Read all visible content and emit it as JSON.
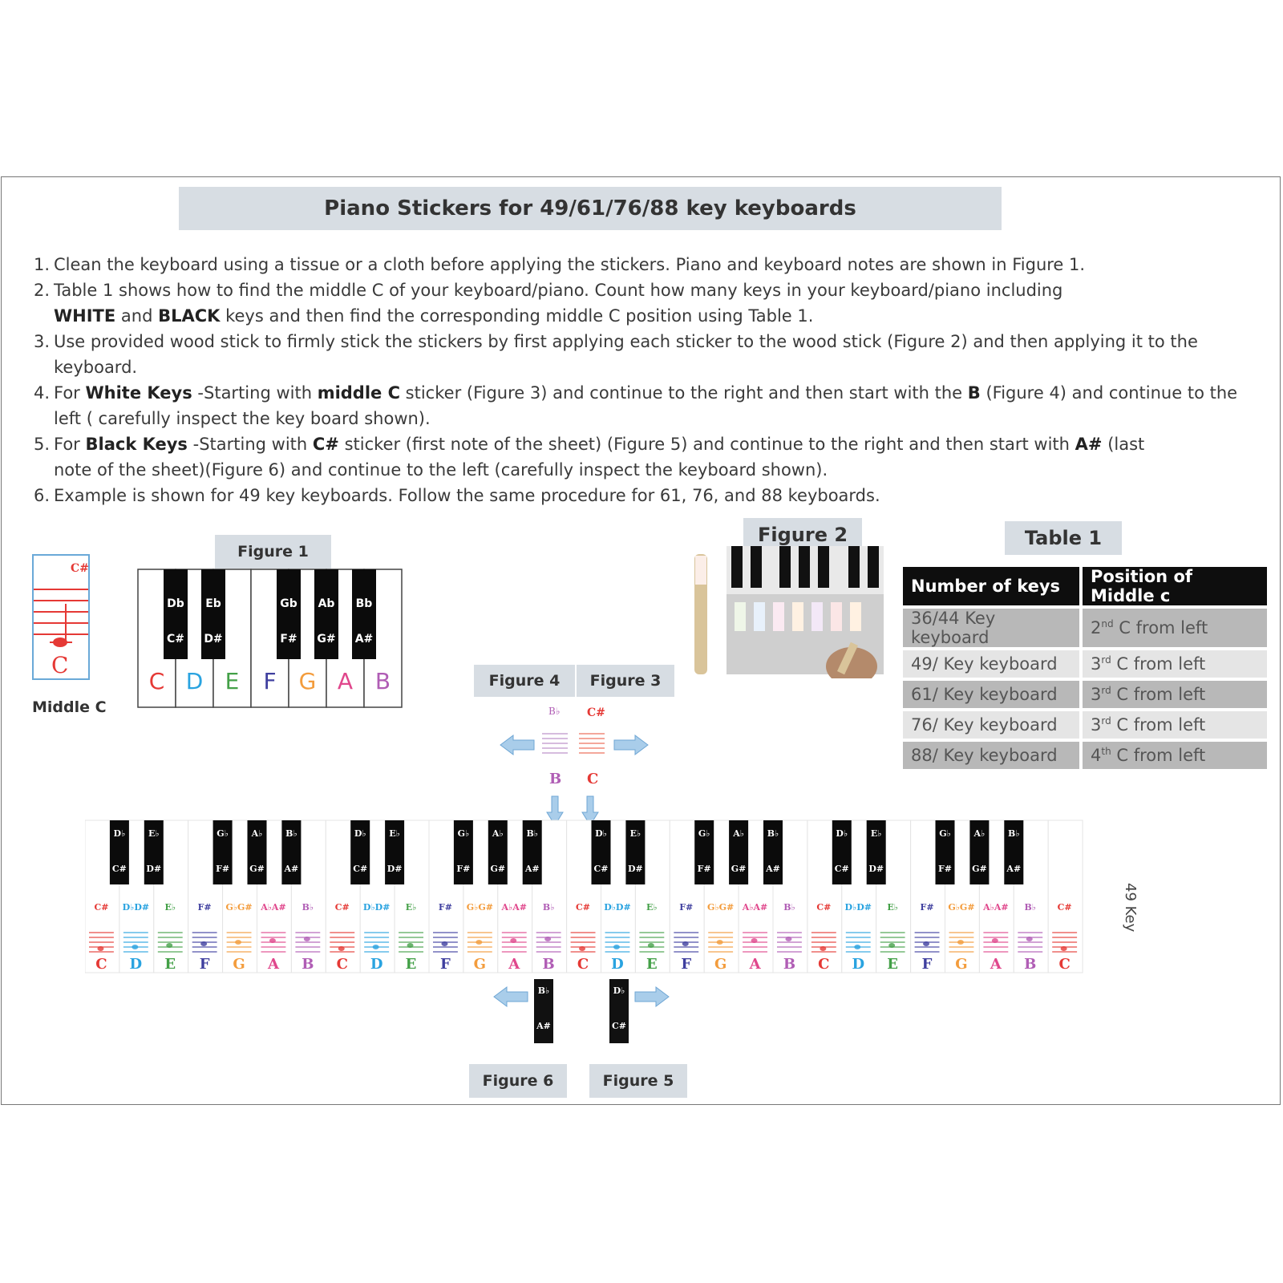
{
  "title": "Piano Stickers for 49/61/76/88 key keyboards",
  "instructions": {
    "i1": {
      "n": "1.",
      "t": "Clean the keyboard using a tissue or a cloth before applying the stickers. Piano and keyboard notes are shown in Figure 1."
    },
    "i2": {
      "n": "2.",
      "a": "Table 1 shows how to find the middle C of your keyboard/piano. Count how many keys in your keyboard/piano including",
      "b1": "WHITE",
      "b2": " and ",
      "b3": "BLACK",
      "b4": " keys and then find the corresponding middle C position using Table 1."
    },
    "i3": {
      "n": "3.",
      "a": "Use provided wood stick to firmly stick the stickers by first applying each sticker to the wood stick (Figure 2) and then applying it to the",
      "b": "keyboard."
    },
    "i4": {
      "n": "4.",
      "p1": "For ",
      "b1": "White Keys",
      "p2": " -Starting with ",
      "b2": "middle C",
      "p3": " sticker (Figure 3) and continue to the right and then start with the ",
      "b3": "B",
      "p4": " (Figure 4) and continue to the",
      "l2": "left ( carefully inspect the key board shown)."
    },
    "i5": {
      "n": "5.",
      "p1": "For ",
      "b1": "Black Keys",
      "p2": " -Starting with ",
      "b2": "C#",
      "p3": " sticker (first note of the sheet) (Figure 5) and continue to the right and then start with ",
      "b3": "A#",
      "p4": " (last",
      "l2": "note of the sheet)(Figure 6) and continue to the left (carefully inspect the keyboard shown)."
    },
    "i6": {
      "n": "6.",
      "t": "Example is shown for 49 key keyboards. Follow the same procedure for 61, 76, and 88 keyboards."
    }
  },
  "labels": {
    "figure1": "Figure 1",
    "figure2": "Figure 2",
    "figure3": "Figure 3",
    "figure4": "Figure 4",
    "figure5": "Figure 5",
    "figure6": "Figure 6",
    "table1": "Table 1",
    "middle_c": "Middle C",
    "key49": "49 Key"
  },
  "middle_c_sticker": {
    "top": "C#",
    "bottom": "C"
  },
  "figure1_keyboard": {
    "white": [
      {
        "note": "C",
        "color": "#e53935"
      },
      {
        "note": "D",
        "color": "#29a3e0"
      },
      {
        "note": "E",
        "color": "#43a047"
      },
      {
        "note": "F",
        "color": "#3f3f9f"
      },
      {
        "note": "G",
        "color": "#f39c3c"
      },
      {
        "note": "A",
        "color": "#e0478c"
      },
      {
        "note": "B",
        "color": "#b05db5"
      }
    ],
    "black": [
      {
        "flat": "Db",
        "sharp": "C#"
      },
      {
        "flat": "Eb",
        "sharp": "D#"
      },
      {
        "flat": "Gb",
        "sharp": "F#"
      },
      {
        "flat": "Ab",
        "sharp": "G#"
      },
      {
        "flat": "Bb",
        "sharp": "A#"
      }
    ]
  },
  "sticker_marks": {
    "b_flat": "B♭",
    "c_sharp": "C#",
    "b": "B",
    "c": "C"
  },
  "big_keyboard": {
    "octave_whites": [
      "C",
      "D",
      "E",
      "F",
      "G",
      "A",
      "B"
    ],
    "final_white": "C",
    "black_flats": [
      "D♭",
      "E♭",
      "G♭",
      "A♭",
      "B♭"
    ],
    "black_sharps": [
      "C#",
      "D#",
      "F#",
      "G#",
      "A#"
    ],
    "sticker_row": [
      "C#",
      "D♭D#",
      "E♭",
      "F#",
      "G♭G#",
      "A♭A#",
      "B♭"
    ],
    "final_sticker": "C#"
  },
  "figure5_key": {
    "top": "D♭",
    "bottom": "C#"
  },
  "figure6_key": {
    "top": "B♭",
    "bottom": "A#"
  },
  "table": {
    "headers": [
      "Number of keys",
      "Position of Middle c"
    ],
    "rows": [
      {
        "keys": "36/44 Key keyboard",
        "num": "2",
        "sup": "nd",
        "rest": " C from left"
      },
      {
        "keys": "49/ Key keyboard",
        "num": "3",
        "sup": "rd",
        "rest": " C from left"
      },
      {
        "keys": "61/ Key keyboard",
        "num": "3",
        "sup": "rd",
        "rest": " C from left"
      },
      {
        "keys": "76/ Key keyboard",
        "num": "3",
        "sup": "rd",
        "rest": " C from left"
      },
      {
        "keys": "88/ Key keyboard",
        "num": "4",
        "sup": "th",
        "rest": " C from left"
      }
    ]
  },
  "colors": {
    "C": "#e53935",
    "D": "#29a3e0",
    "E": "#43a047",
    "F": "#3f3f9f",
    "G": "#f39c3c",
    "A": "#e0478c",
    "B": "#b05db5",
    "label_bg": "#d7dde3",
    "arrow": "#a9cdea"
  }
}
